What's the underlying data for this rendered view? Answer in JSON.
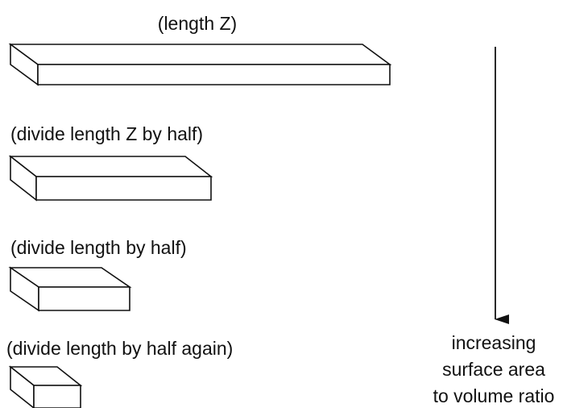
{
  "labels": {
    "length_z": "(length Z)",
    "half_z": "(divide length Z by half)",
    "half": "(divide length by half)",
    "half_again": "(divide length by half again)"
  },
  "note": {
    "line1": "increasing",
    "line2": "surface area",
    "line3": "to volume ratio"
  }
}
